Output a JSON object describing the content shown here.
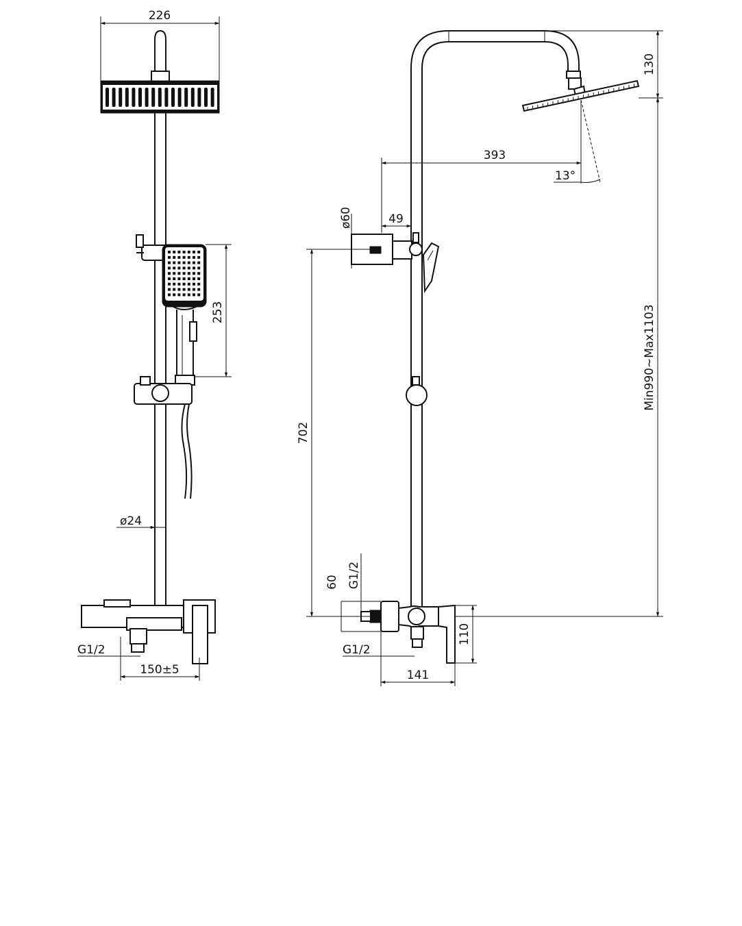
{
  "dimensions": {
    "width_226": "226",
    "handshower_253": "253",
    "tube_dia_24": "ø24",
    "inlet_g12_front": "G1/2",
    "spacing_150": "150±5",
    "arm_393": "393",
    "height_130": "130",
    "angle_13": "13°",
    "flange_dia_60": "ø60",
    "offset_49": "49",
    "height_702": "702",
    "range_min_max": "Min990~Max1103",
    "side_60": "60",
    "side_g12_vertical": "G1/2",
    "side_g12_bottom": "G1/2",
    "mixer_110": "110",
    "depth_141": "141"
  },
  "colors": {
    "line": "#111111",
    "background": "#ffffff"
  }
}
